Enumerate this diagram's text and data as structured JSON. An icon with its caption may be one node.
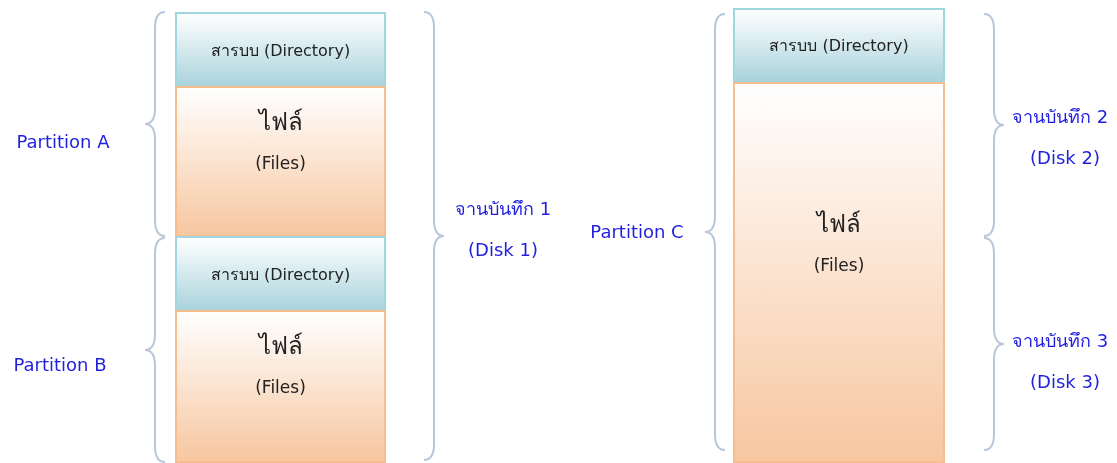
{
  "diagram": {
    "nodes": [
      {
        "text": [
          "สารบบ (Directory)"
        ]
      },
      {
        "text": [
          "ไฟล์",
          "(Files)"
        ]
      },
      {
        "text": [
          "สารบบ (Directory)"
        ]
      },
      {
        "text": [
          "ไฟล์",
          "(Files)"
        ]
      },
      {
        "text": [
          "สารบบ (Directory)"
        ]
      },
      {
        "text": [
          "ไฟล์",
          "(Files)"
        ]
      }
    ],
    "labels": [
      "Partition A",
      "จานบันทึก 1",
      "(Disk 1)",
      "Partition C",
      "จานบันทึก 2",
      "(Disk 2)",
      "Partition B",
      "จานบันทึก 3",
      "(Disk 3)"
    ]
  }
}
